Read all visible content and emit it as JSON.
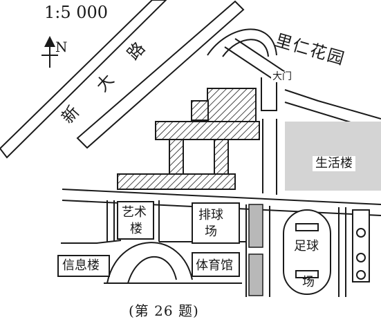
{
  "scale": "1:5 000",
  "north": "N",
  "road": [
    "新",
    "大",
    "路"
  ],
  "labels": {
    "garden": "里仁花园",
    "gate": "大门",
    "living": "生活楼",
    "art_1": "艺术",
    "art_2": "楼",
    "volleyball_1": "排球",
    "volleyball_2": "场",
    "info": "信息楼",
    "gym": "体育馆",
    "football_1": "足球",
    "football_2": "场"
  },
  "caption": "(第 26 题)",
  "colors": {
    "ink": "#1a1a1a",
    "gray_fill": "#d4d4d4",
    "dark_gray_fill": "#b8b8b8",
    "background": "#ffffff"
  }
}
